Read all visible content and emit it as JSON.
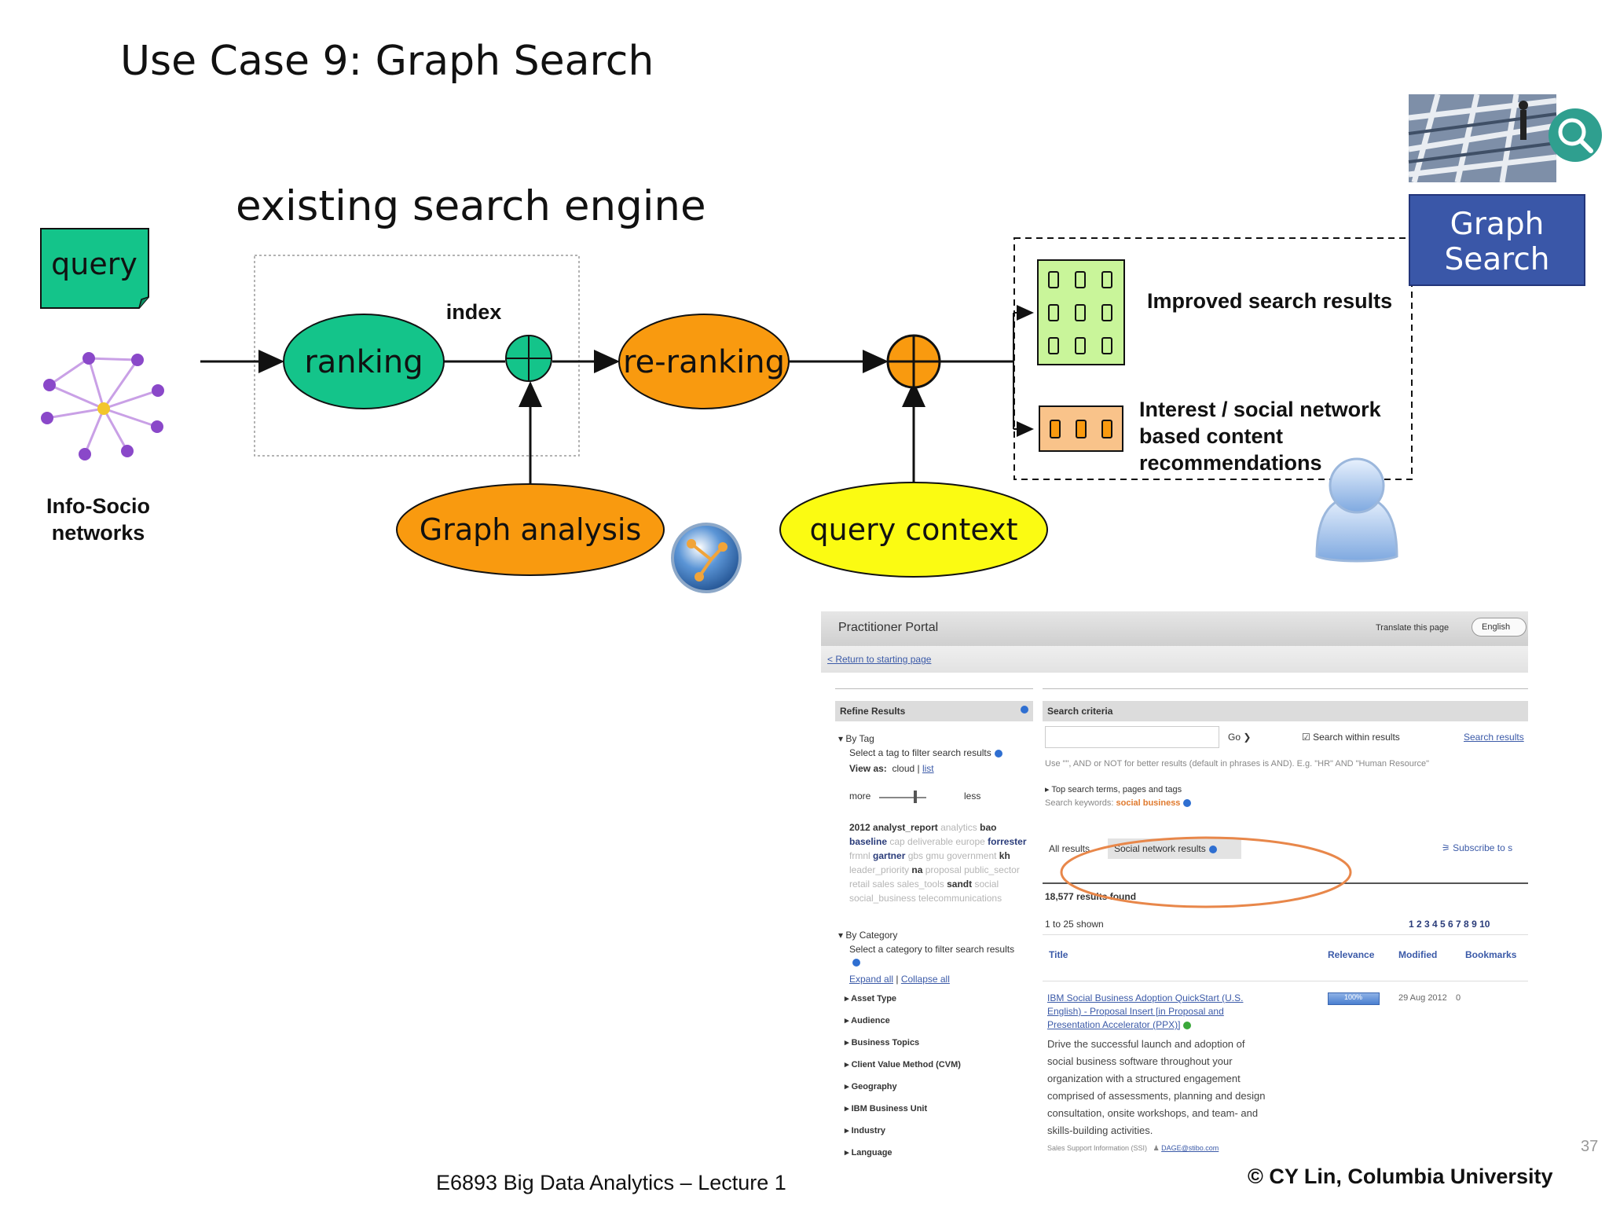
{
  "title": "Use Case 9: Graph Search",
  "engine_label": "existing search engine",
  "nodes": {
    "query": "query",
    "ranking": "ranking",
    "index": "index",
    "reranking": "re-ranking",
    "graph_analysis": "Graph analysis",
    "query_context": "query context",
    "info_socio": "Info-Socio",
    "info_socio2": "networks",
    "improved": "Improved search results",
    "interest1": "Interest / social network",
    "interest2": "based content",
    "interest3": "recommendations"
  },
  "graph_search": {
    "line1": "Graph",
    "line2": "Search"
  },
  "colors": {
    "green": "#14c48a",
    "orange": "#f99a0f",
    "yellow": "#fbfb12",
    "light_green": "#c9f59a",
    "light_orange": "#f9c38a",
    "blue": "#3a57a8"
  },
  "portal": {
    "title": "Practitioner Portal",
    "translate": "Translate this page",
    "language": "English",
    "return_link": "< Return to starting page",
    "refine_header": "Refine Results",
    "by_tag": "By Tag",
    "select_tag": "Select a tag to filter search results",
    "view_as": "View as:",
    "view_cloud": "cloud",
    "view_list": "list",
    "more": "more",
    "less": "less",
    "tags": {
      "t1": "2012 analyst_report",
      "t2": "analytics",
      "t3": "bao",
      "t4": "baseline",
      "t5": "cap deliverable europe",
      "t6": "forrester",
      "t7": "frmnl",
      "t8": "gartner",
      "t9": "gbs gmu",
      "t10": "government",
      "t11": "kh",
      "t12": "leader_priority",
      "t13": "na",
      "t14": "proposal public_sector retail sales",
      "t15": "sales_tools",
      "t16": "sandt",
      "t17": "social",
      "t18": "social_business telecommunications"
    },
    "by_category": "By Category",
    "select_category": "Select a category to filter search results",
    "expand_all": "Expand all",
    "collapse_all": "Collapse all",
    "categories": [
      "Asset Type",
      "Audience",
      "Business Topics",
      "Client Value Method (CVM)",
      "Geography",
      "IBM Business Unit",
      "Industry",
      "Language"
    ],
    "search_criteria": "Search criteria",
    "go": "Go",
    "search_within": "Search within results",
    "search_results_link": "Search results",
    "use_hint": "Use \"\", AND or NOT for better results (default in phrases is AND). E.g. \"HR\" AND \"Human Resource\"",
    "top_search": "Top search terms, pages and tags",
    "search_keywords_label": "Search keywords:",
    "search_keywords_value": "social business",
    "tab_all": "All results",
    "tab_social": "Social network results",
    "subscribe": "Subscribe to s",
    "results_found": "18,577 results found",
    "shown": "1 to 25 shown",
    "pages": "1 2 3 4 5 6 7 8 9 10",
    "col_title": "Title",
    "col_relevance": "Relevance",
    "col_modified": "Modified",
    "col_bookmarks": "Bookmarks",
    "result_title1": "IBM Social Business Adoption QuickStart (U.S.",
    "result_title2": "English) - Proposal Insert [in Proposal and",
    "result_title3": "Presentation Accelerator (PPX)]",
    "relevance": "100%",
    "modified": "29 Aug 2012",
    "bookmarks": "0",
    "desc": [
      "Drive the successful launch and adoption of",
      "social business software throughout your",
      "organization with a structured engagement",
      "comprised of assessments, planning and design",
      "consultation, onsite workshops, and team- and",
      "skills-building activities."
    ],
    "footer_note": "Sales Support Information (SSI)",
    "contact": "DAGE@stibo.com"
  },
  "footer_left": "E6893 Big Data Analytics – Lecture 1",
  "footer_right": "© CY Lin, Columbia University",
  "page_number": "37"
}
